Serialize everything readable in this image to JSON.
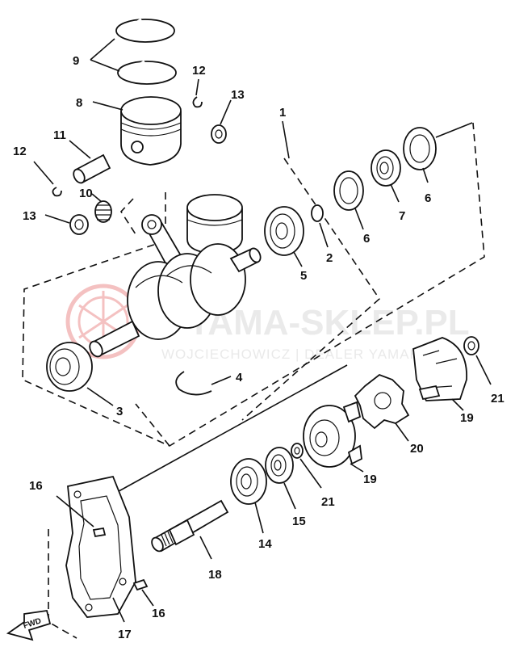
{
  "parts": {
    "p1": "1",
    "p2": "2",
    "p3": "3",
    "p4": "4",
    "p5": "5",
    "p6a": "6",
    "p6b": "6",
    "p7": "7",
    "p8": "8",
    "p9": "9",
    "p10": "10",
    "p11": "11",
    "p12a": "12",
    "p12b": "12",
    "p13a": "13",
    "p13b": "13",
    "p14": "14",
    "p15": "15",
    "p16a": "16",
    "p16b": "16",
    "p17": "17",
    "p18": "18",
    "p19a": "19",
    "p19b": "19",
    "p20": "20",
    "p21a": "21",
    "p21b": "21"
  },
  "fwd_label": "FWD",
  "watermark": {
    "main": "YAMA-SKLEP.PL",
    "sub": "WOJCIECHOWICZ | DEALER YAMAHA",
    "logo_icon": "yamaha-tuning-forks-logo",
    "color": "#e05050"
  }
}
